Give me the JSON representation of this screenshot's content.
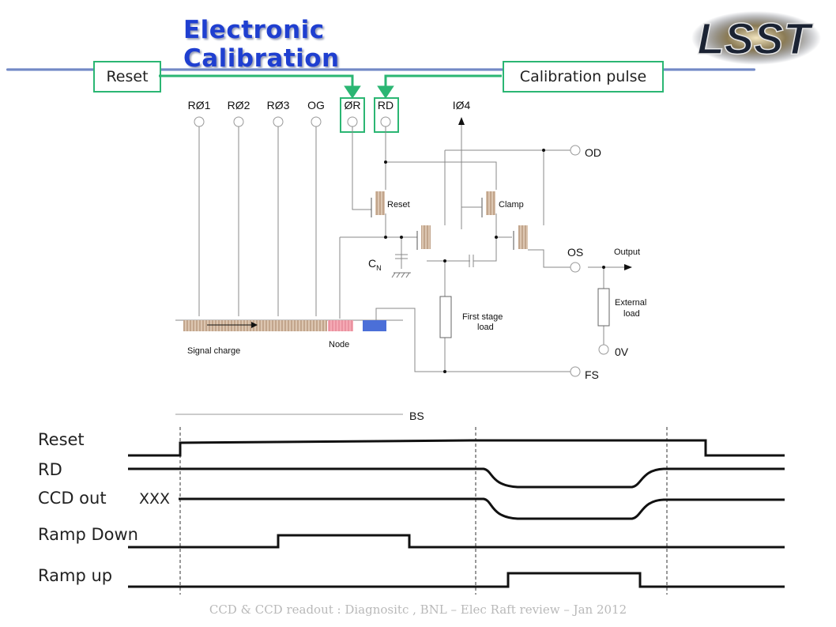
{
  "slide": {
    "title": "Electronic Calibration",
    "footer": "CCD & CCD readout : Diagnositc ,  BNL –  Elec Raft review – Jan 2012"
  },
  "logo": {
    "text": "LSST"
  },
  "callouts": {
    "reset": "Reset",
    "calibration": "Calibration pulse"
  },
  "circuit": {
    "pins_top": [
      "RØ1",
      "RØ2",
      "RØ3",
      "OG",
      "ØR",
      "RD",
      "IØ4"
    ],
    "labels": {
      "od": "OD",
      "os": "OS",
      "fs": "FS",
      "zero_v": "0V",
      "output": "Output",
      "reset_fet": "Reset",
      "clamp_fet": "Clamp",
      "cn": "C",
      "cn_sub": "N",
      "first_stage_1": "First stage",
      "first_stage_2": "load",
      "external_1": "External",
      "external_2": "load",
      "signal_charge": "Signal charge",
      "node": "Node"
    }
  },
  "timing": {
    "bs_label": "BS",
    "xxx_label": "XXX",
    "signals": [
      {
        "name": "Reset"
      },
      {
        "name": "RD"
      },
      {
        "name": "CCD out"
      },
      {
        "name": "Ramp Down"
      },
      {
        "name": "Ramp up"
      }
    ]
  },
  "colors": {
    "title": "#1f3fd0",
    "callout_border": "#2bb673",
    "pin_highlight": "#2bb673",
    "node_fill": "#f5aab5",
    "bs_fill": "#4b6fd8",
    "signal_charge_fill": "#c9a98a",
    "footer": "#b9b9b9"
  }
}
